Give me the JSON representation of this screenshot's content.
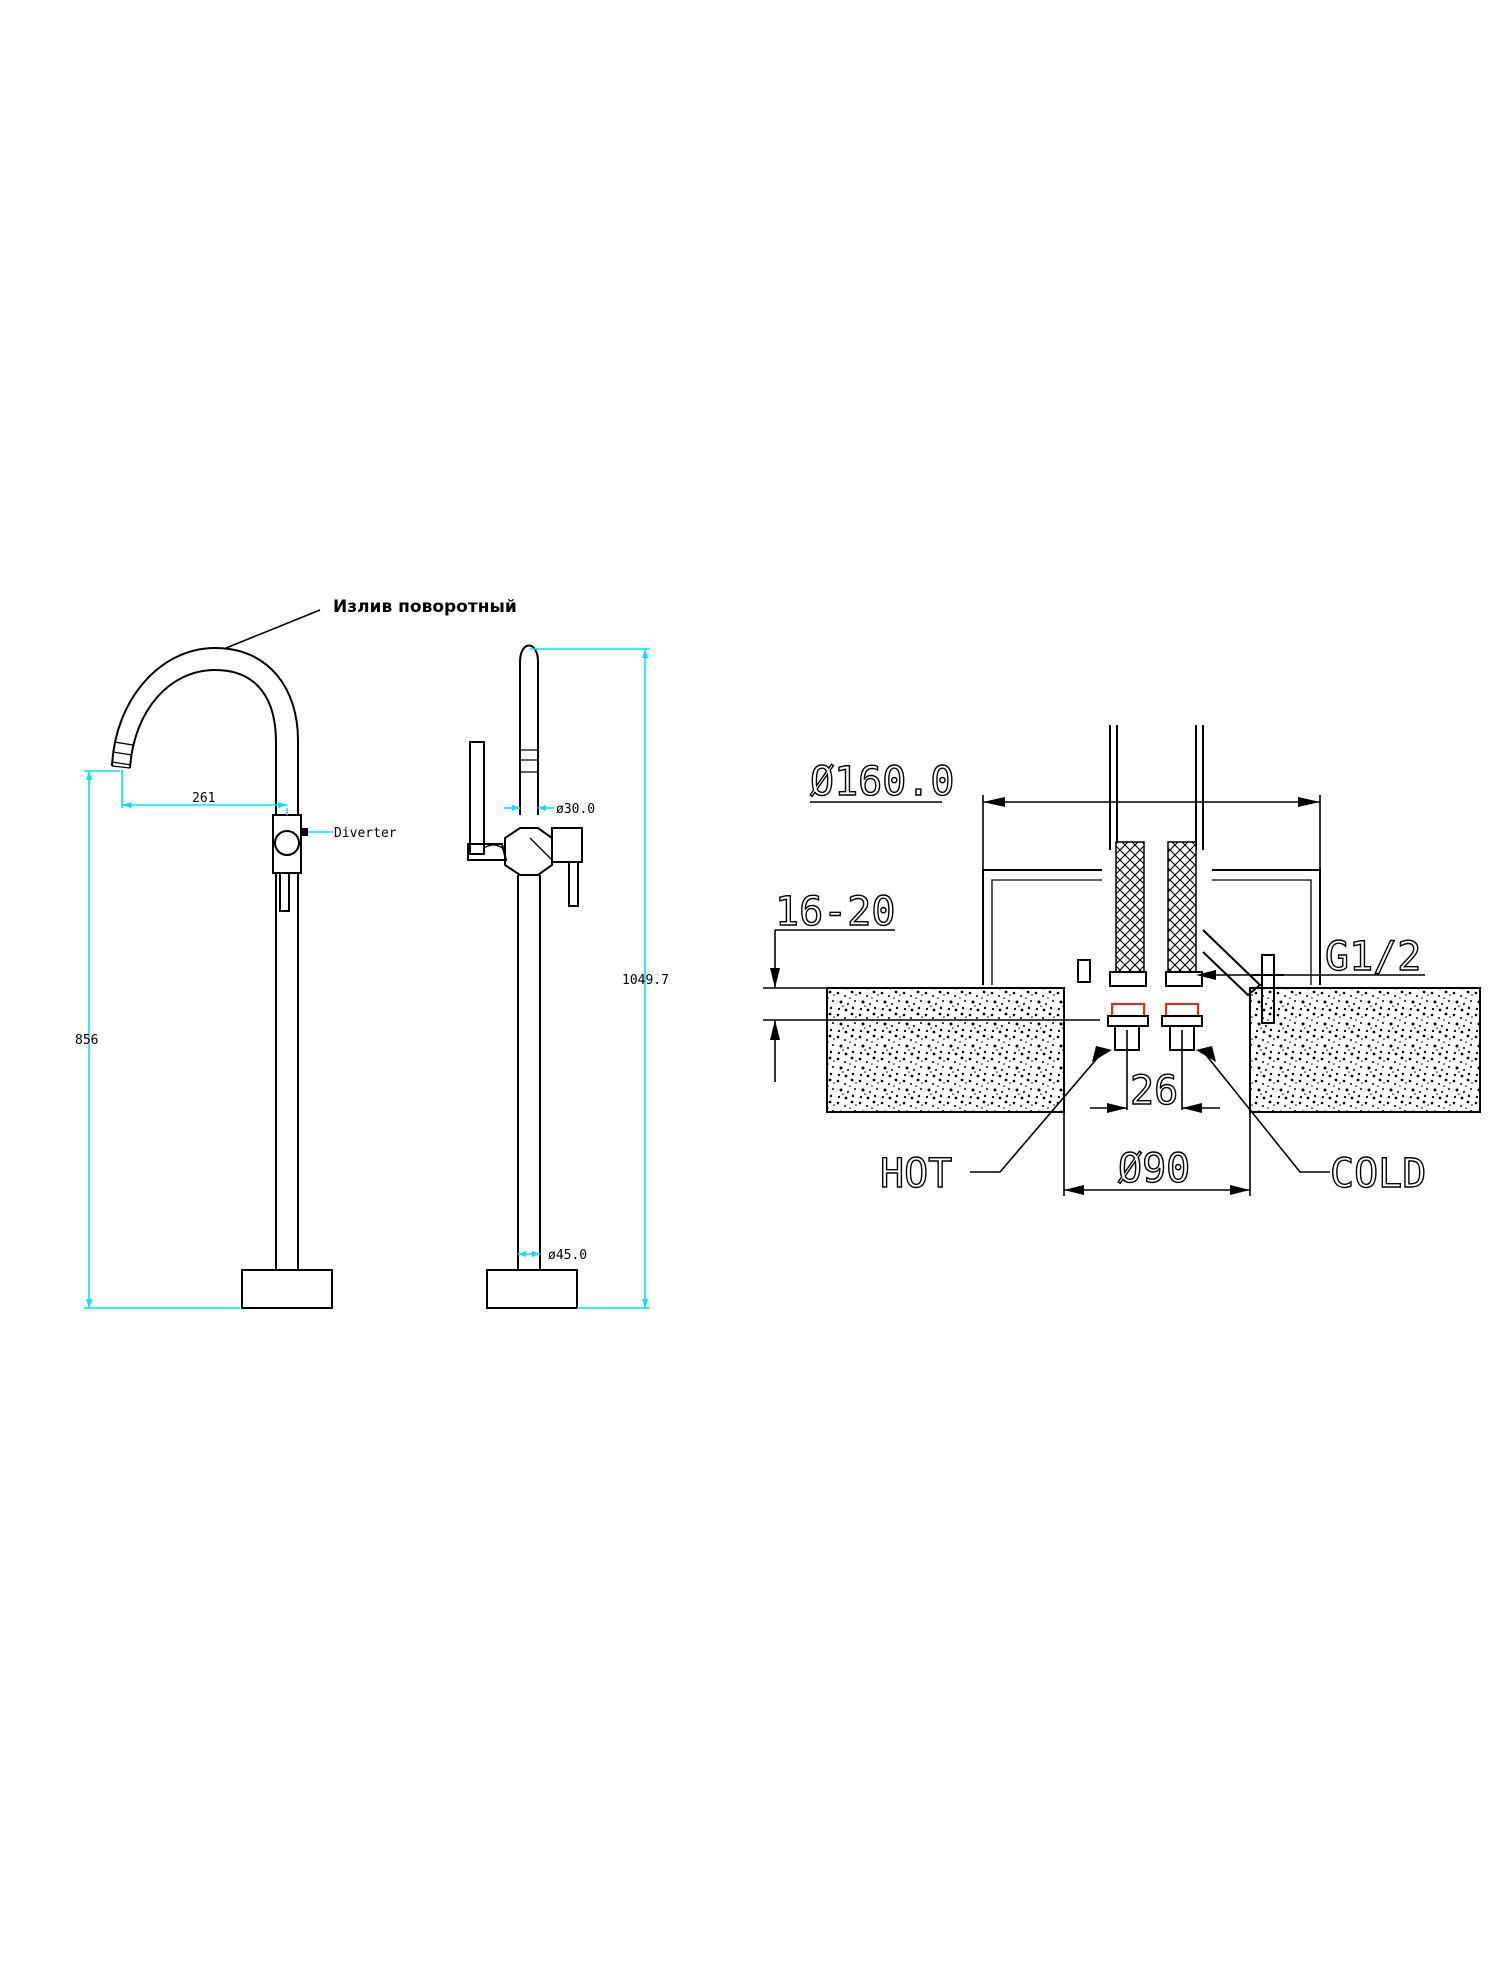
{
  "labels": {
    "spout_callout": "Излив поворотный",
    "diverter": "Diverter",
    "hot": "HOT",
    "cold": "COLD"
  },
  "dimensions": {
    "spout_reach": "261",
    "spout_height": "856",
    "total_height": "1049.7",
    "body_diameter": "ø30.0",
    "base_diameter": "ø45.0",
    "flange_diameter": "Ø160.0",
    "floor_thickness": "16-20",
    "thread": "G1/2",
    "inlet_spacing": "26",
    "hole_diameter": "Ø90"
  },
  "colors": {
    "dimension_lines": "#00e5f0",
    "outline": "#000000",
    "fitting_accent": "#c0392b"
  }
}
